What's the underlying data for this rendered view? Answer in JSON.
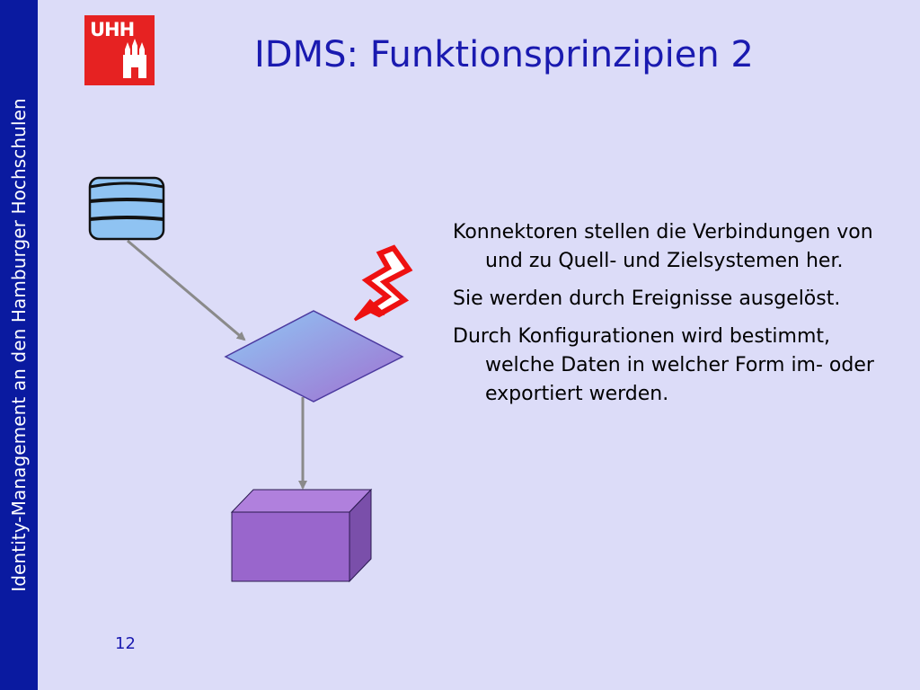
{
  "sidebar": {
    "text": "Identity-Management an den Hamburger Hochschulen"
  },
  "logo": {
    "text": "UHH",
    "color": "#e62222"
  },
  "slide": {
    "title": "IDMS: Funktionsprinzipien 2",
    "bullets": [
      "Konnektoren stellen die Verbindungen von und zu Quell- und Zielsystemen her.",
      "Sie werden durch Ereignisse ausgelöst.",
      "Durch Konfigurationen wird bestimmt, welche Daten in welcher Form im- oder exportiert werden."
    ],
    "page_number": "12"
  },
  "diagram": {
    "icons": [
      "database-icon",
      "lightning-icon",
      "connector-diamond-icon",
      "target-box-icon"
    ],
    "colors": {
      "database": "#8fc3f2",
      "lightning": "#ee1111",
      "box": "#9966cc",
      "arrow": "#8a8a8a"
    }
  },
  "colors": {
    "background": "#dcdcf8",
    "sidebar": "#0a1aa0",
    "title": "#1a1ab0"
  }
}
